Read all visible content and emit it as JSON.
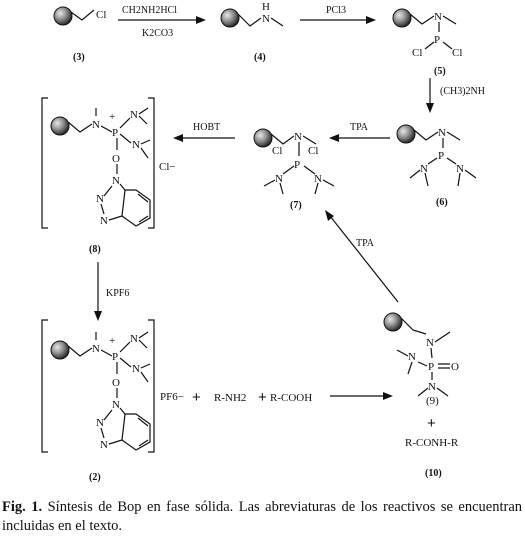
{
  "compounds": {
    "c3": "(3)",
    "c4": "(4)",
    "c5": "(5)",
    "c6": "(6)",
    "c7": "(7)",
    "c8": "(8)",
    "c2": "(2)",
    "c9": "(9)",
    "c10": "(10)"
  },
  "reagents": {
    "step1_top": "CH2NH2HCl",
    "step1_bottom": "K2CO3",
    "step2": "PCl3",
    "step3": "(CH3)2NH",
    "step4": "TPA",
    "step5": "HOBT",
    "step6": "KPF6",
    "step7": "TPA"
  },
  "atoms": {
    "cl": "Cl",
    "n": "N",
    "h": "H",
    "p": "P",
    "o": "O",
    "plus": "+",
    "cl_minus": "Cl−",
    "pf6_minus": "PF6−",
    "r_nh2": "R-NH2",
    "r_cooh": "R-COOH",
    "plus_sign": "+",
    "product": "R-CONH-R"
  },
  "caption": {
    "label": "Fig. 1.",
    "text": "Síntesis de Bop en fase sólida. Las abreviaturas de los reactivos se encuentran incluidas en el texto."
  }
}
